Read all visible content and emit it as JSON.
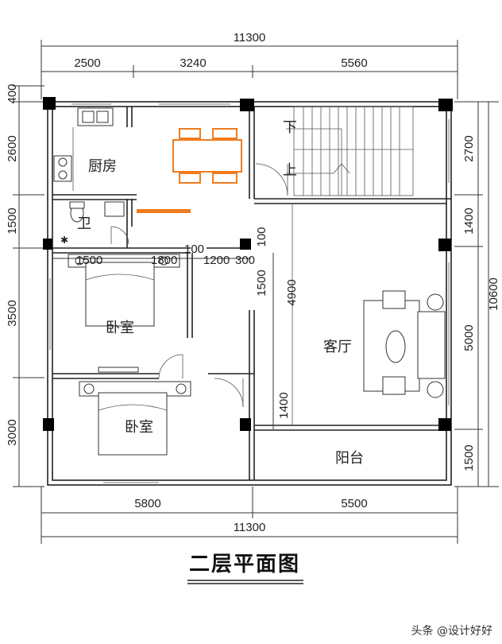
{
  "dimensions": {
    "top_total": "11300",
    "top_segments": [
      "2500",
      "3240",
      "5560"
    ],
    "left": [
      "400",
      "2600",
      "1500",
      "3500",
      "3000"
    ],
    "right_outer": "10600",
    "right_inner": [
      "2700",
      "1400",
      "5000",
      "1500"
    ],
    "bottom_segments": [
      "5800",
      "5500"
    ],
    "bottom_total": "11300",
    "inner": {
      "n1500": "1500",
      "n1800": "1800",
      "n100a": "100",
      "n1200": "1200",
      "n300": "300",
      "n100b": "100",
      "n1500v": "1500",
      "n4900": "4900",
      "n1400v": "1400"
    }
  },
  "rooms": {
    "kitchen": "厨房",
    "toilet": "卫",
    "bedroom1": "卧室",
    "bedroom2": "卧室",
    "living": "客厅",
    "balcony": "阳台"
  },
  "stairs": {
    "down": "下",
    "up": "上"
  },
  "title": "二层平面图",
  "watermark": "头条 @设计好好",
  "colors": {
    "highlight": "#f07c1e"
  }
}
